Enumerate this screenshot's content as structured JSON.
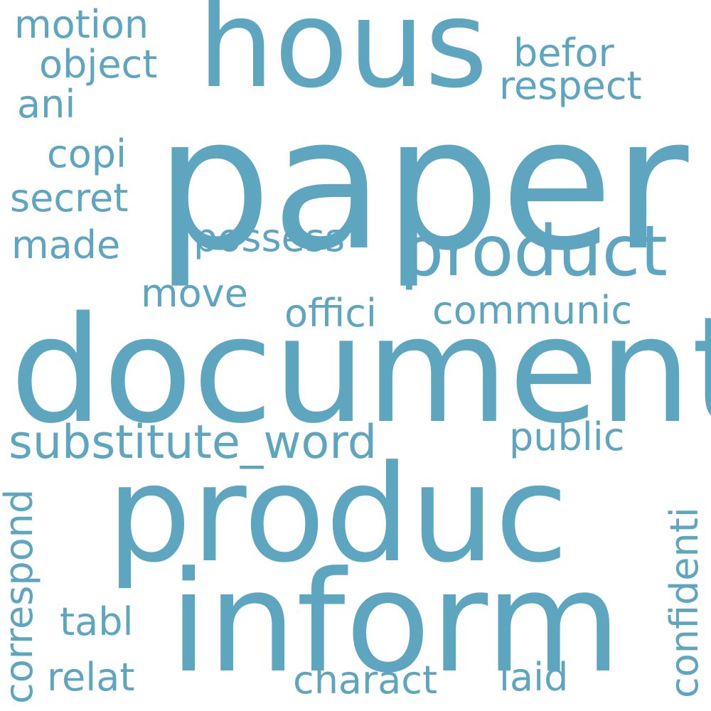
{
  "colors": {
    "word": "#5ea5c0",
    "background": "#ffffff"
  },
  "words": [
    "paper",
    "hous",
    "document",
    "produc",
    "inform",
    "product",
    "substitute_word",
    "motion",
    "object",
    "befor",
    "respect",
    "ani",
    "copi",
    "secret",
    "made",
    "possess",
    "move",
    "offici",
    "communic",
    "public",
    "confidenti",
    "correspond",
    "tabl",
    "relat",
    "charact",
    "laid"
  ]
}
